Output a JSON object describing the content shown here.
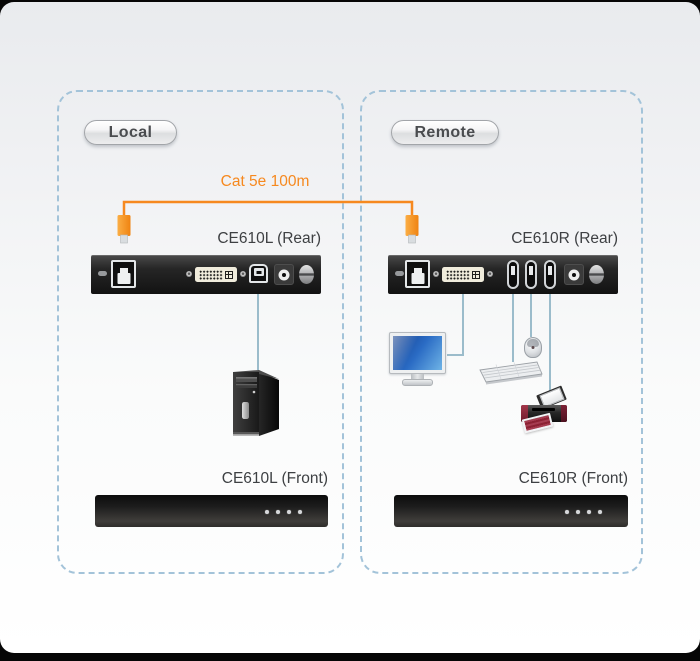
{
  "zones": {
    "local": {
      "tag": "Local",
      "rear_label": "CE610L (Rear)",
      "front_label": "CE610L (Front)"
    },
    "remote": {
      "tag": "Remote",
      "rear_label": "CE610R (Rear)",
      "front_label": "CE610R (Front)"
    }
  },
  "cable": {
    "label": "Cat 5e 100m",
    "color": "#f6891f"
  },
  "colors": {
    "zone_dash": "#a3c3d9",
    "wire_blue": "#9bbccb",
    "cable_orange": "#f6891f",
    "device_black": "#1a1a1a",
    "screen_blue": "#2a6bc4",
    "sheet_top": "#e9ebee",
    "sheet_bottom": "#ffffff"
  },
  "icons": {
    "local_rear_ports": [
      "reset-slot",
      "rj45-port",
      "dvi-port",
      "usb-b-port",
      "power-jack",
      "grounding-screw"
    ],
    "remote_rear_ports": [
      "reset-slot",
      "rj45-port",
      "dvi-port",
      "usb-a-port",
      "usb-a-port",
      "usb-a-port",
      "power-jack",
      "grounding-screw"
    ],
    "peripherals": [
      "computer-tower",
      "monitor",
      "keyboard",
      "mouse",
      "printer"
    ],
    "front_led_count": 4
  }
}
